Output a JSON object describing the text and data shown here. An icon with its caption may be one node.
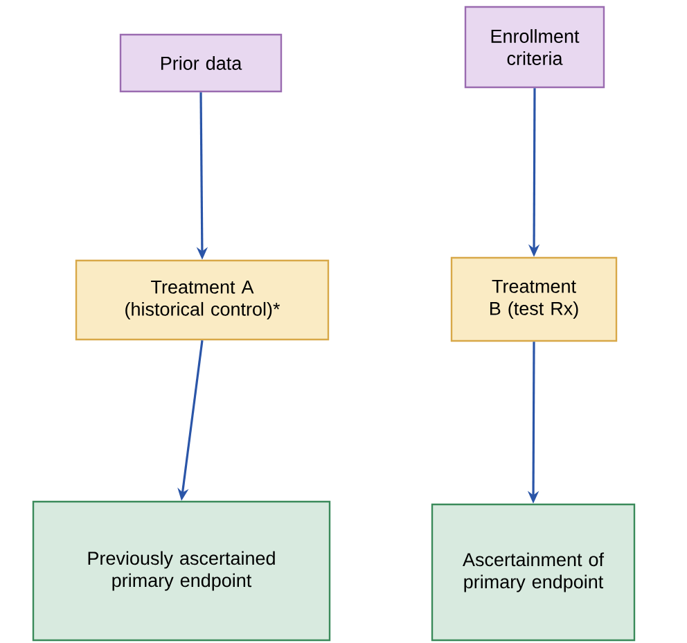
{
  "diagram": {
    "nodes": [
      {
        "text": [
          "Prior data"
        ]
      },
      {
        "text": [
          "Enrollment criteria"
        ]
      },
      {
        "text": [
          "Treatment A (historical control)*"
        ]
      },
      {
        "text": [
          "Treatment B (test Rx)"
        ]
      },
      {
        "text": [
          "Previously ascertained primary endpoint"
        ]
      },
      {
        "text": [
          "Ascertainment of primary endpoint"
        ]
      }
    ],
    "edges": [
      {
        "from": 0,
        "to": 2,
        "arrow": "to"
      },
      {
        "from": 2,
        "to": 4,
        "arrow": "to"
      },
      {
        "from": 1,
        "to": 3,
        "arrow": "to"
      },
      {
        "from": 3,
        "to": 5,
        "arrow": "to"
      }
    ]
  }
}
